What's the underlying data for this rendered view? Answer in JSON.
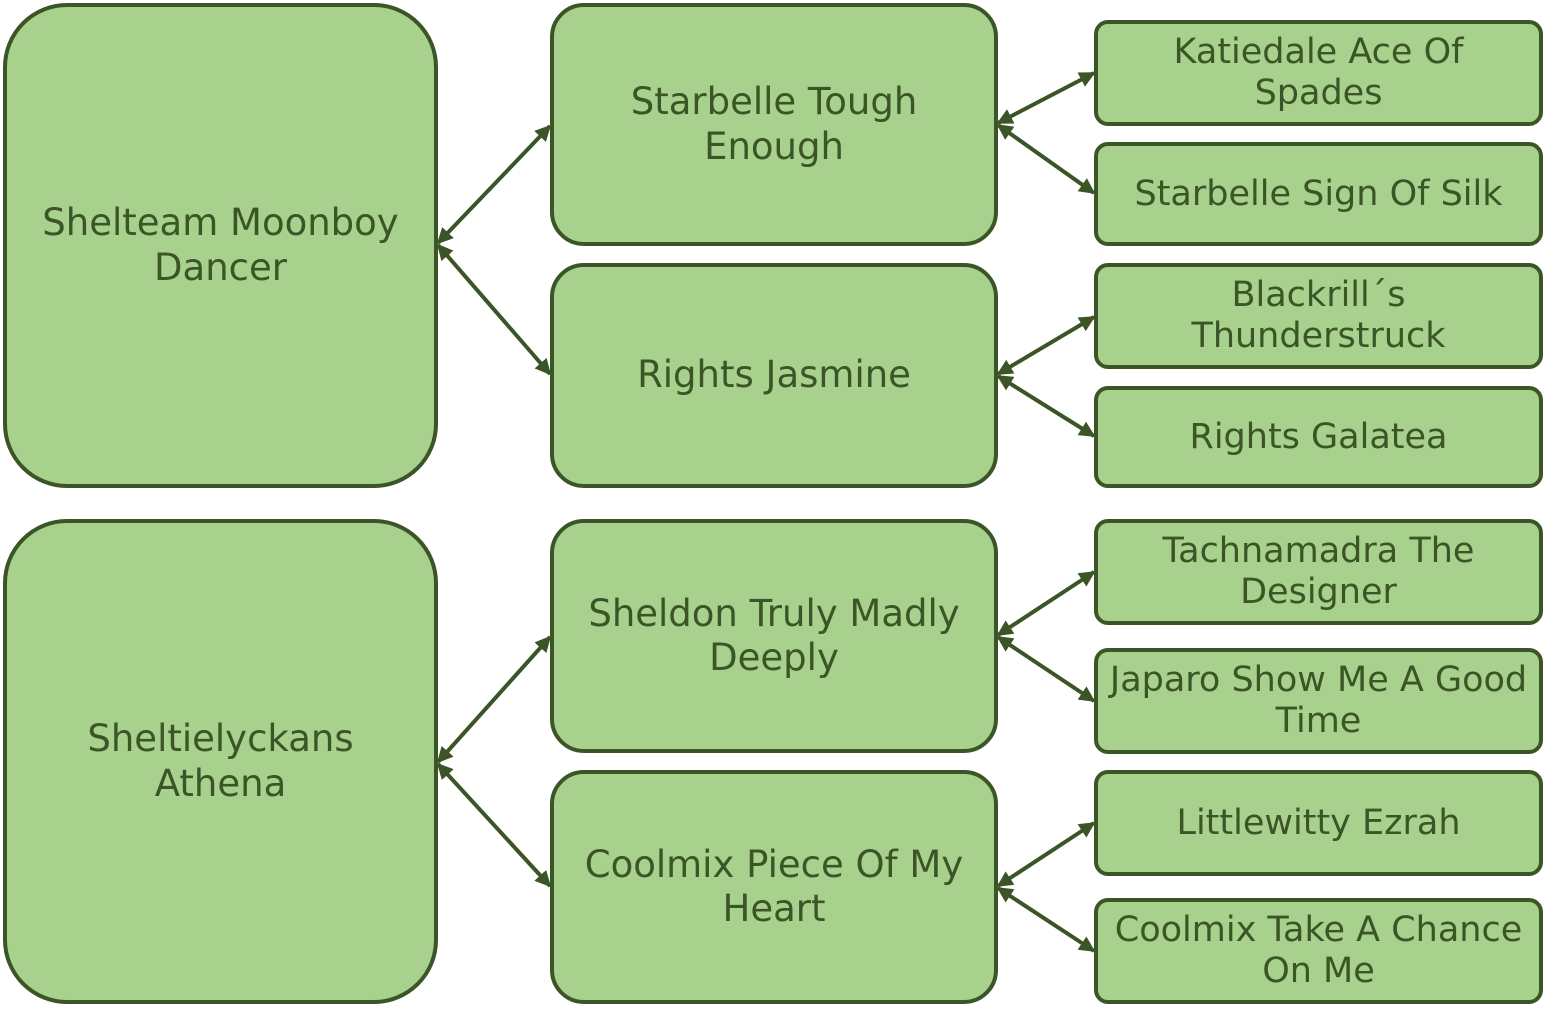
{
  "colors": {
    "box_fill": "#a8d18d",
    "box_border": "#3b5526",
    "text": "#3b5526",
    "connector": "#3b5526"
  },
  "pedigree": {
    "sire": {
      "name": "Shelteam Moonboy Dancer",
      "sire": {
        "name": "Starbelle Tough Enough",
        "sire": {
          "name": "Katiedale Ace Of Spades"
        },
        "dam": {
          "name": "Starbelle Sign Of Silk"
        }
      },
      "dam": {
        "name": "Rights Jasmine",
        "sire": {
          "name": "Blackrill´s Thunderstruck"
        },
        "dam": {
          "name": "Rights Galatea"
        }
      }
    },
    "dam": {
      "name": "Sheltielyckans Athena",
      "sire": {
        "name": "Sheldon Truly Madly Deeply",
        "sire": {
          "name": "Tachnamadra The Designer"
        },
        "dam": {
          "name": "Japaro Show Me A Good Time"
        }
      },
      "dam": {
        "name": "Coolmix Piece Of My Heart",
        "sire": {
          "name": "Littlewitty Ezrah"
        },
        "dam": {
          "name": "Coolmix Take A Chance On Me"
        }
      }
    }
  }
}
